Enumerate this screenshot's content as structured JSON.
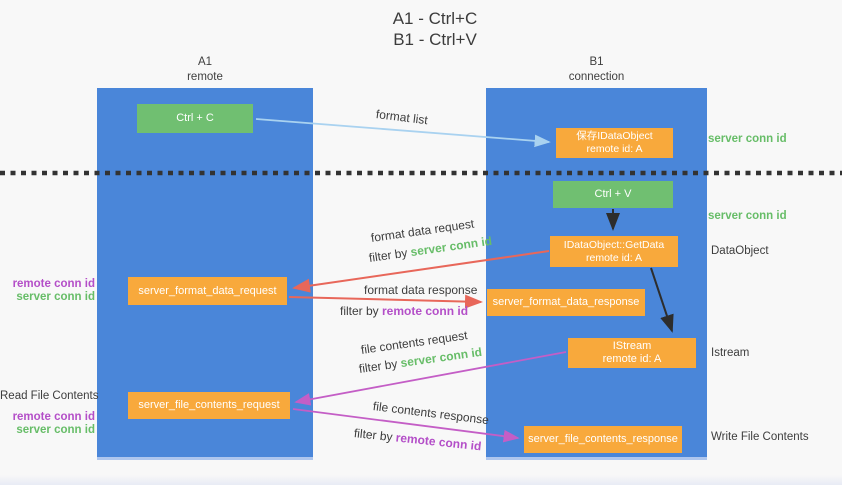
{
  "title": {
    "line1": "A1 - Ctrl+C",
    "line2": "B1 - Ctrl+V"
  },
  "lanes": {
    "a1": {
      "name": "A1",
      "role": "remote"
    },
    "b1": {
      "name": "B1",
      "role": "connection"
    }
  },
  "nodes": {
    "ctrl_c": {
      "label": "Ctrl + C"
    },
    "ctrl_v": {
      "label": "Ctrl + V"
    },
    "save_dataobject": {
      "line1": "保存IDataObject",
      "line2": "remote id: A"
    },
    "getdata": {
      "line1": "IDataObject::GetData",
      "line2": "remote id: A"
    },
    "istream": {
      "line1": "IStream",
      "line2": "remote id: A"
    },
    "format_request": {
      "label": "server_format_data_request"
    },
    "format_response": {
      "label": "server_format_data_response"
    },
    "file_request": {
      "label": "server_file_contents_request"
    },
    "file_response": {
      "label": "server_file_contents_response"
    }
  },
  "arrow_labels": {
    "format_list": "format list",
    "format_data_request": "format data request",
    "format_data_response": "format data response",
    "file_contents_request": "file contents request",
    "file_contents_response": "file contents response",
    "filter_by": "filter by ",
    "server_conn_id": "server conn id",
    "remote_conn_id": "remote conn id"
  },
  "side_labels": {
    "server_conn_id_top": "server conn id",
    "server_conn_id_mid": "server conn id",
    "dataobject": "DataObject",
    "istream": "Istream",
    "write_file_contents": "Write File Contents",
    "read_file_contents": "Read File Contents",
    "remote_conn_id_top": "remote conn id",
    "server_conn_id_left_top": "server conn id",
    "remote_conn_id_bottom": "remote conn id",
    "server_conn_id_left_bottom": "server conn id"
  },
  "colors": {
    "lane_blue": "#4a86d9",
    "node_green": "#70bf71",
    "node_orange": "#f8a93c",
    "arrow_lightblue": "#a9d2f0",
    "arrow_red": "#e8675a",
    "arrow_purple": "#c45ec6",
    "arrow_black": "#2d2d2d",
    "separator_dark": "#333333",
    "text_green": "#67bd68",
    "text_purple": "#b44fc8",
    "text_dark": "#3d3d3d"
  }
}
